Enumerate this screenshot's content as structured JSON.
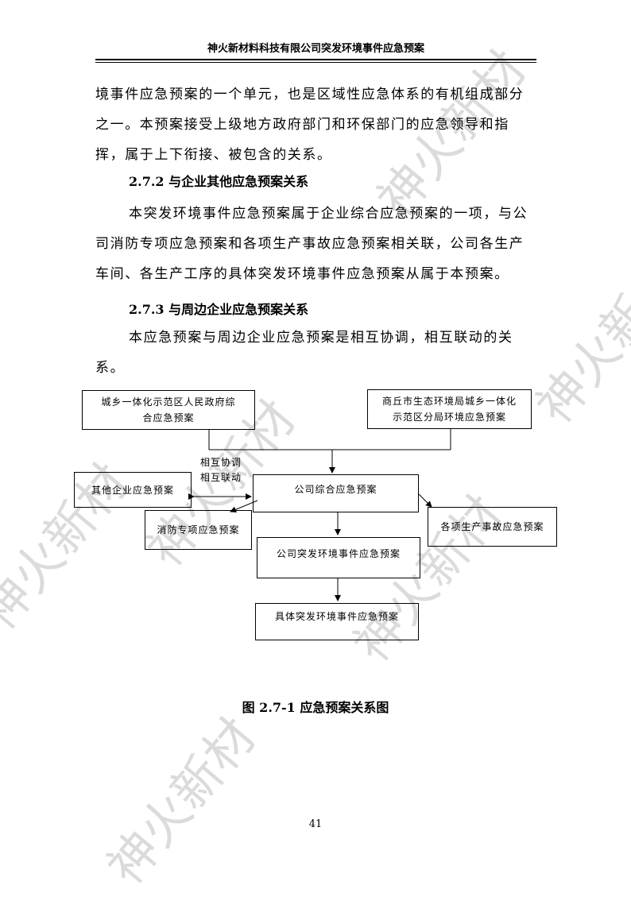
{
  "header": {
    "title": "神火新材料科技有限公司突发环境事件应急预案"
  },
  "paragraphs": {
    "p1_line1": "境事件应急预案的一个单元，也是区域性应急体系的有机组成部分",
    "p1_line2": "之一。本预案接受上级地方政府部门和环保部门的应急领导和指",
    "p1_line3": "挥，属于上下衔接、被包含的关系。",
    "h272": "2.7.2 与企业其他应急预案关系",
    "p2_line1": "本突发环境事件应急预案属于企业综合应急预案的一项，与公",
    "p2_line2": "司消防专项应急预案和各项生产事故应急预案相关联，公司各生产",
    "p2_line3": "车间、各生产工序的具体突发环境事件应急预案从属于本预案。",
    "h273": "2.7.3 与周边企业应急预案关系",
    "p3_line1": "本应急预案与周边企业应急预案是相互协调，相互联动的关",
    "p3_line2": "系。"
  },
  "diagram": {
    "box_gov_line1": "城乡一体化示范区人民政府综",
    "box_gov_line2": "合应急预案",
    "box_eco_line1": "商丘市生态环境局城乡一体化",
    "box_eco_line2": "示范区分局环境应急预案",
    "label_coord_line1": "相互协调",
    "label_coord_line2": "相互联动",
    "box_other": "其他企业应急预案",
    "box_company": "公司综合应急预案",
    "box_fire": "消防专项应急预案",
    "box_production": "各项生产事故应急预案",
    "box_env": "公司突发环境事件应急预案",
    "box_specific": "具体突发环境事件应急预案"
  },
  "caption": "图 2.7-1   应急预案关系图",
  "page_number": "41",
  "watermark": {
    "text": "神火新材"
  }
}
